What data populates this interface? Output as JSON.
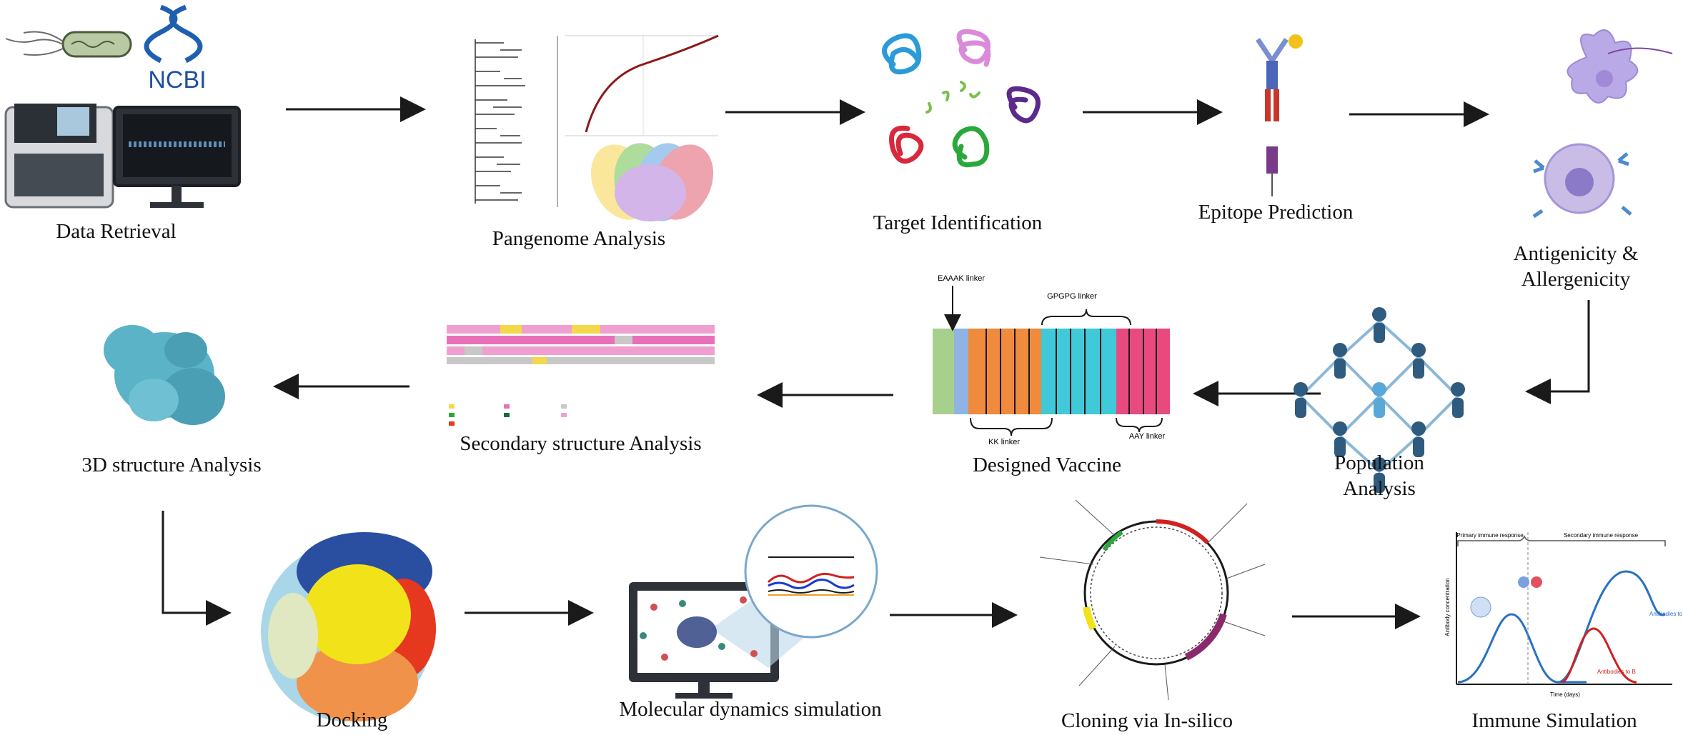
{
  "steps": {
    "data_retrieval": {
      "label": "Data Retrieval",
      "logo": "NCBI"
    },
    "pangenome": {
      "label": "Pangenome Analysis"
    },
    "target": {
      "label": "Target Identification"
    },
    "epitope": {
      "label": "Epitope Prediction"
    },
    "antigenicity": {
      "label_line1": "Antigenicity &",
      "label_line2": "Allergenicity"
    },
    "population": {
      "label_line1": "Population",
      "label_line2": "Analysis"
    },
    "vaccine": {
      "label": "Designed Vaccine",
      "linker_top_left": "EAAAK linker",
      "linker_top_mid": "GPGPG linker",
      "linker_bottom_left": "KK linker",
      "linker_bottom_right": "AAY linker"
    },
    "secondary": {
      "label": "Secondary structure Analysis"
    },
    "structure3d": {
      "label": "3D  structure Analysis"
    },
    "docking": {
      "label": "Docking"
    },
    "md": {
      "label": "Molecular dynamics simulation"
    },
    "cloning": {
      "label": "Cloning via In-silico"
    },
    "immune": {
      "label": "Immune Simulation",
      "primary": "Primary immune response",
      "secondary": "Secondary immune response",
      "antibodies_a": "Antibodies to A",
      "antibodies_b": "Antibodies to B",
      "xlabel": "Time (days)",
      "ylabel": "Antibody concentration"
    }
  },
  "colors": {
    "arrow": "#1a1a1a",
    "vaccine_segments": [
      "#a8d08d",
      "#8fb4e3",
      "#f08a3c",
      "#3fc9d9",
      "#e84a7f"
    ],
    "protein_3d": "#5ab3c7",
    "docking": [
      "#2a4fa0",
      "#f2e21a",
      "#e5381f",
      "#f0924a",
      "#a9d6e8"
    ]
  }
}
